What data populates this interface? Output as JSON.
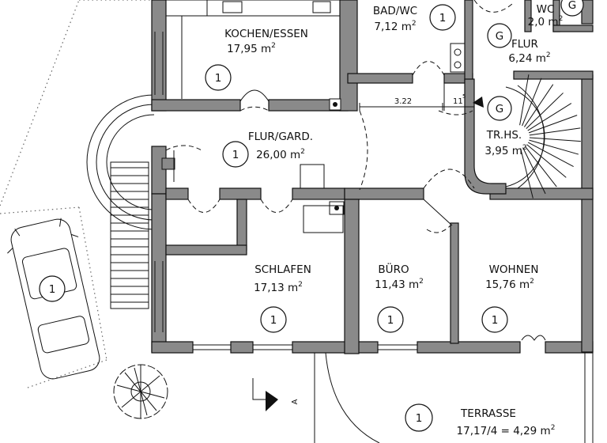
{
  "rooms": {
    "kochen": {
      "name": "KOCHEN/ESSEN",
      "area": "17,95 m",
      "exp": "2",
      "mark": "1"
    },
    "bad": {
      "name": "BAD/WC",
      "area": "7,12 m",
      "exp": "2",
      "mark": "1"
    },
    "wc": {
      "name": "WC",
      "area": "2,0 m",
      "exp": "2",
      "mark": "G"
    },
    "flur_small": {
      "name": "FLUR",
      "area": "6,24 m",
      "exp": "2",
      "mark": "G"
    },
    "flur": {
      "name": "FLUR/GARD.",
      "area": "26,00 m",
      "exp": "2",
      "mark": "1"
    },
    "trhs": {
      "name": "TR.HS.",
      "area": "3,95 m",
      "exp": "2",
      "mark": "G"
    },
    "schlafen": {
      "name": "SCHLAFEN",
      "area": "17,13 m",
      "exp": "2",
      "mark": "1"
    },
    "buero": {
      "name": "BÜRO",
      "area": "11,43 m",
      "exp": "2",
      "mark": "1"
    },
    "wohnen": {
      "name": "WOHNEN",
      "area": "15,76 m",
      "exp": "2",
      "mark": "1"
    },
    "terrasse": {
      "name": "TERRASSE",
      "area": "17,17/4 = 4,29 m",
      "exp": "2",
      "mark": "1"
    }
  },
  "car": {
    "mark": "1"
  },
  "dimensions": {
    "width": "3.22",
    "steps": "11",
    "steps_sup": "5"
  },
  "section": {
    "label": "A"
  }
}
